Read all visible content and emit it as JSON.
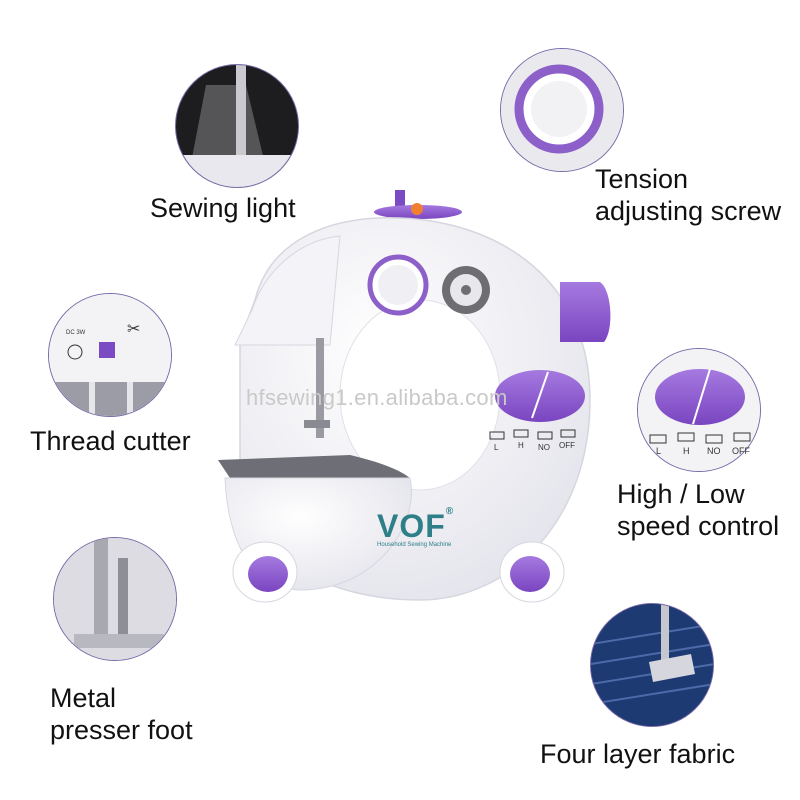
{
  "watermark": "hfsewing1.en.alibaba.com",
  "brand": {
    "name": "VOF",
    "mark": "®",
    "tagline": "Household Sewing Machine"
  },
  "machine_speed_labels": [
    "L",
    "H",
    "NO",
    "OFF"
  ],
  "callouts": {
    "sewing_light": {
      "label": "Sewing light"
    },
    "tension": {
      "label_line1": "Tension",
      "label_line2": "adjusting screw"
    },
    "thread_cutter": {
      "label": "Thread cutter",
      "panel_text": "DC 3W"
    },
    "speed": {
      "label_line1": "High / Low",
      "label_line2": "speed control",
      "switch_labels": [
        "L",
        "H",
        "NO",
        "OFF"
      ]
    },
    "presser_foot": {
      "label_line1": "Metal",
      "label_line2": "presser foot"
    },
    "fabric": {
      "label": "Four layer fabric"
    }
  },
  "colors": {
    "accent": "#8d5fc9",
    "body": "#f7f7fa",
    "brand": "#2e7f88",
    "denim": "#1e3a73"
  }
}
